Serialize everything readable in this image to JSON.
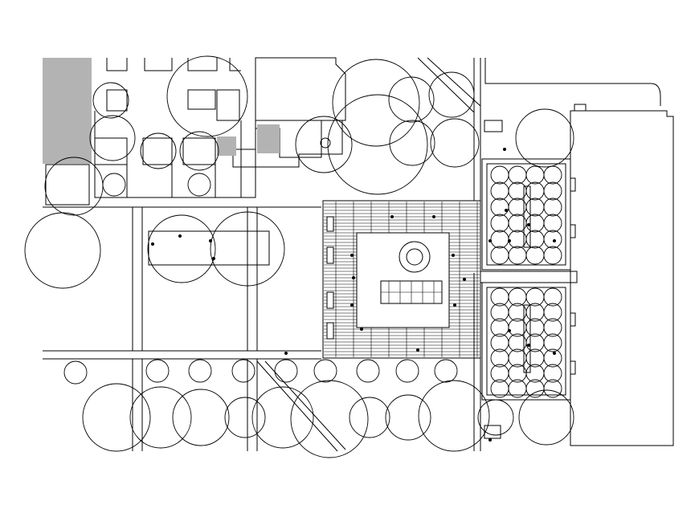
{
  "drawing": {
    "kind": "site-plan",
    "colors": {
      "line": "#000000",
      "background": "#ffffff",
      "shaded": "#b3b3b3"
    },
    "elements": {
      "shaded_blocks": 3,
      "central_plaza_paving": "hatched",
      "plaza_features": [
        "circular-fountain",
        "rectangular-pavilion"
      ],
      "tree_grove_groups": 2
    }
  }
}
